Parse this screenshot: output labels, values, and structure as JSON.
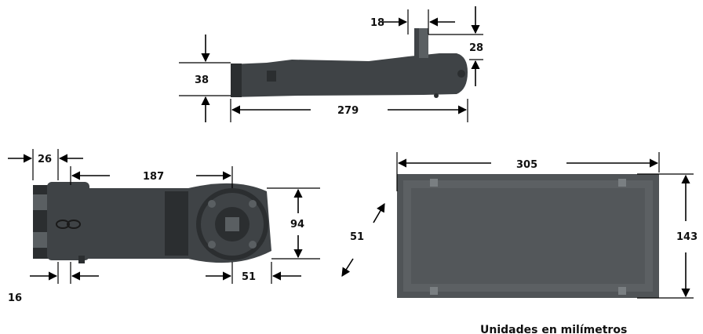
{
  "dimensions": {
    "side_tab_width": "18",
    "side_tab_height": "28",
    "side_height": "38",
    "side_length": "279",
    "top_offset": "26",
    "top_spindle_dist": "187",
    "top_width": "94",
    "top_spindle_offset": "51",
    "top_edge": "16",
    "box_length": "305",
    "box_width": "143",
    "box_depth": "51"
  },
  "caption": "Unidades en milímetros",
  "colors": {
    "body": "#3f4346",
    "body_dark": "#2b2e30",
    "body_light": "#5a5f62",
    "box_fill": "#505457",
    "box_inner": "#5c6063",
    "ink": "#000000"
  }
}
